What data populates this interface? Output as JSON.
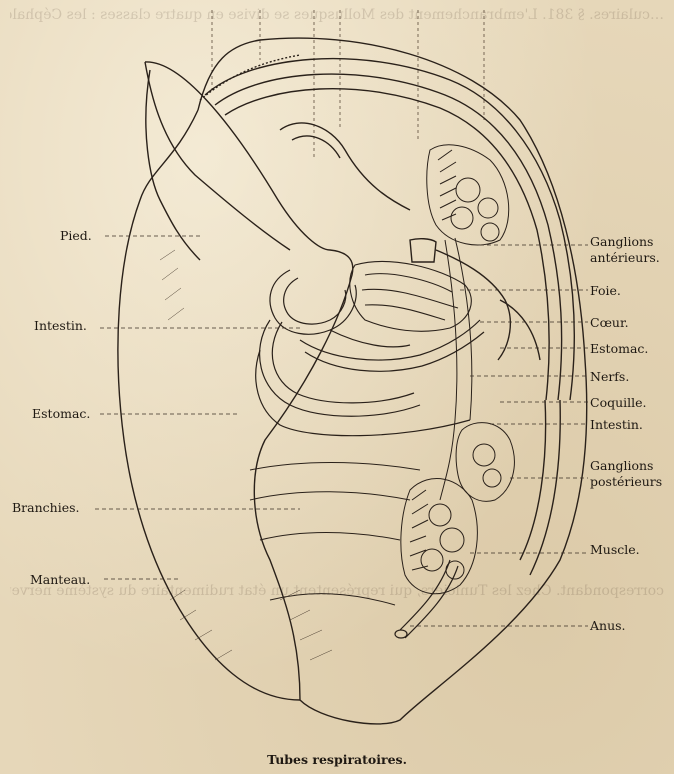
{
  "figure": {
    "caption": "Tubes respiratoires.",
    "labels_left": [
      "Pied.",
      "Intestin.",
      "Estomac.",
      "Branchies.",
      "Manteau."
    ],
    "labels_right": [
      "Ganglions",
      "antérieurs.",
      "Foie.",
      "Cœur.",
      "Estomac.",
      "Nerfs.",
      "Coquille.",
      "Intestin.",
      "Ganglions",
      "postérieurs",
      "Muscle.",
      "Anus."
    ]
  }
}
